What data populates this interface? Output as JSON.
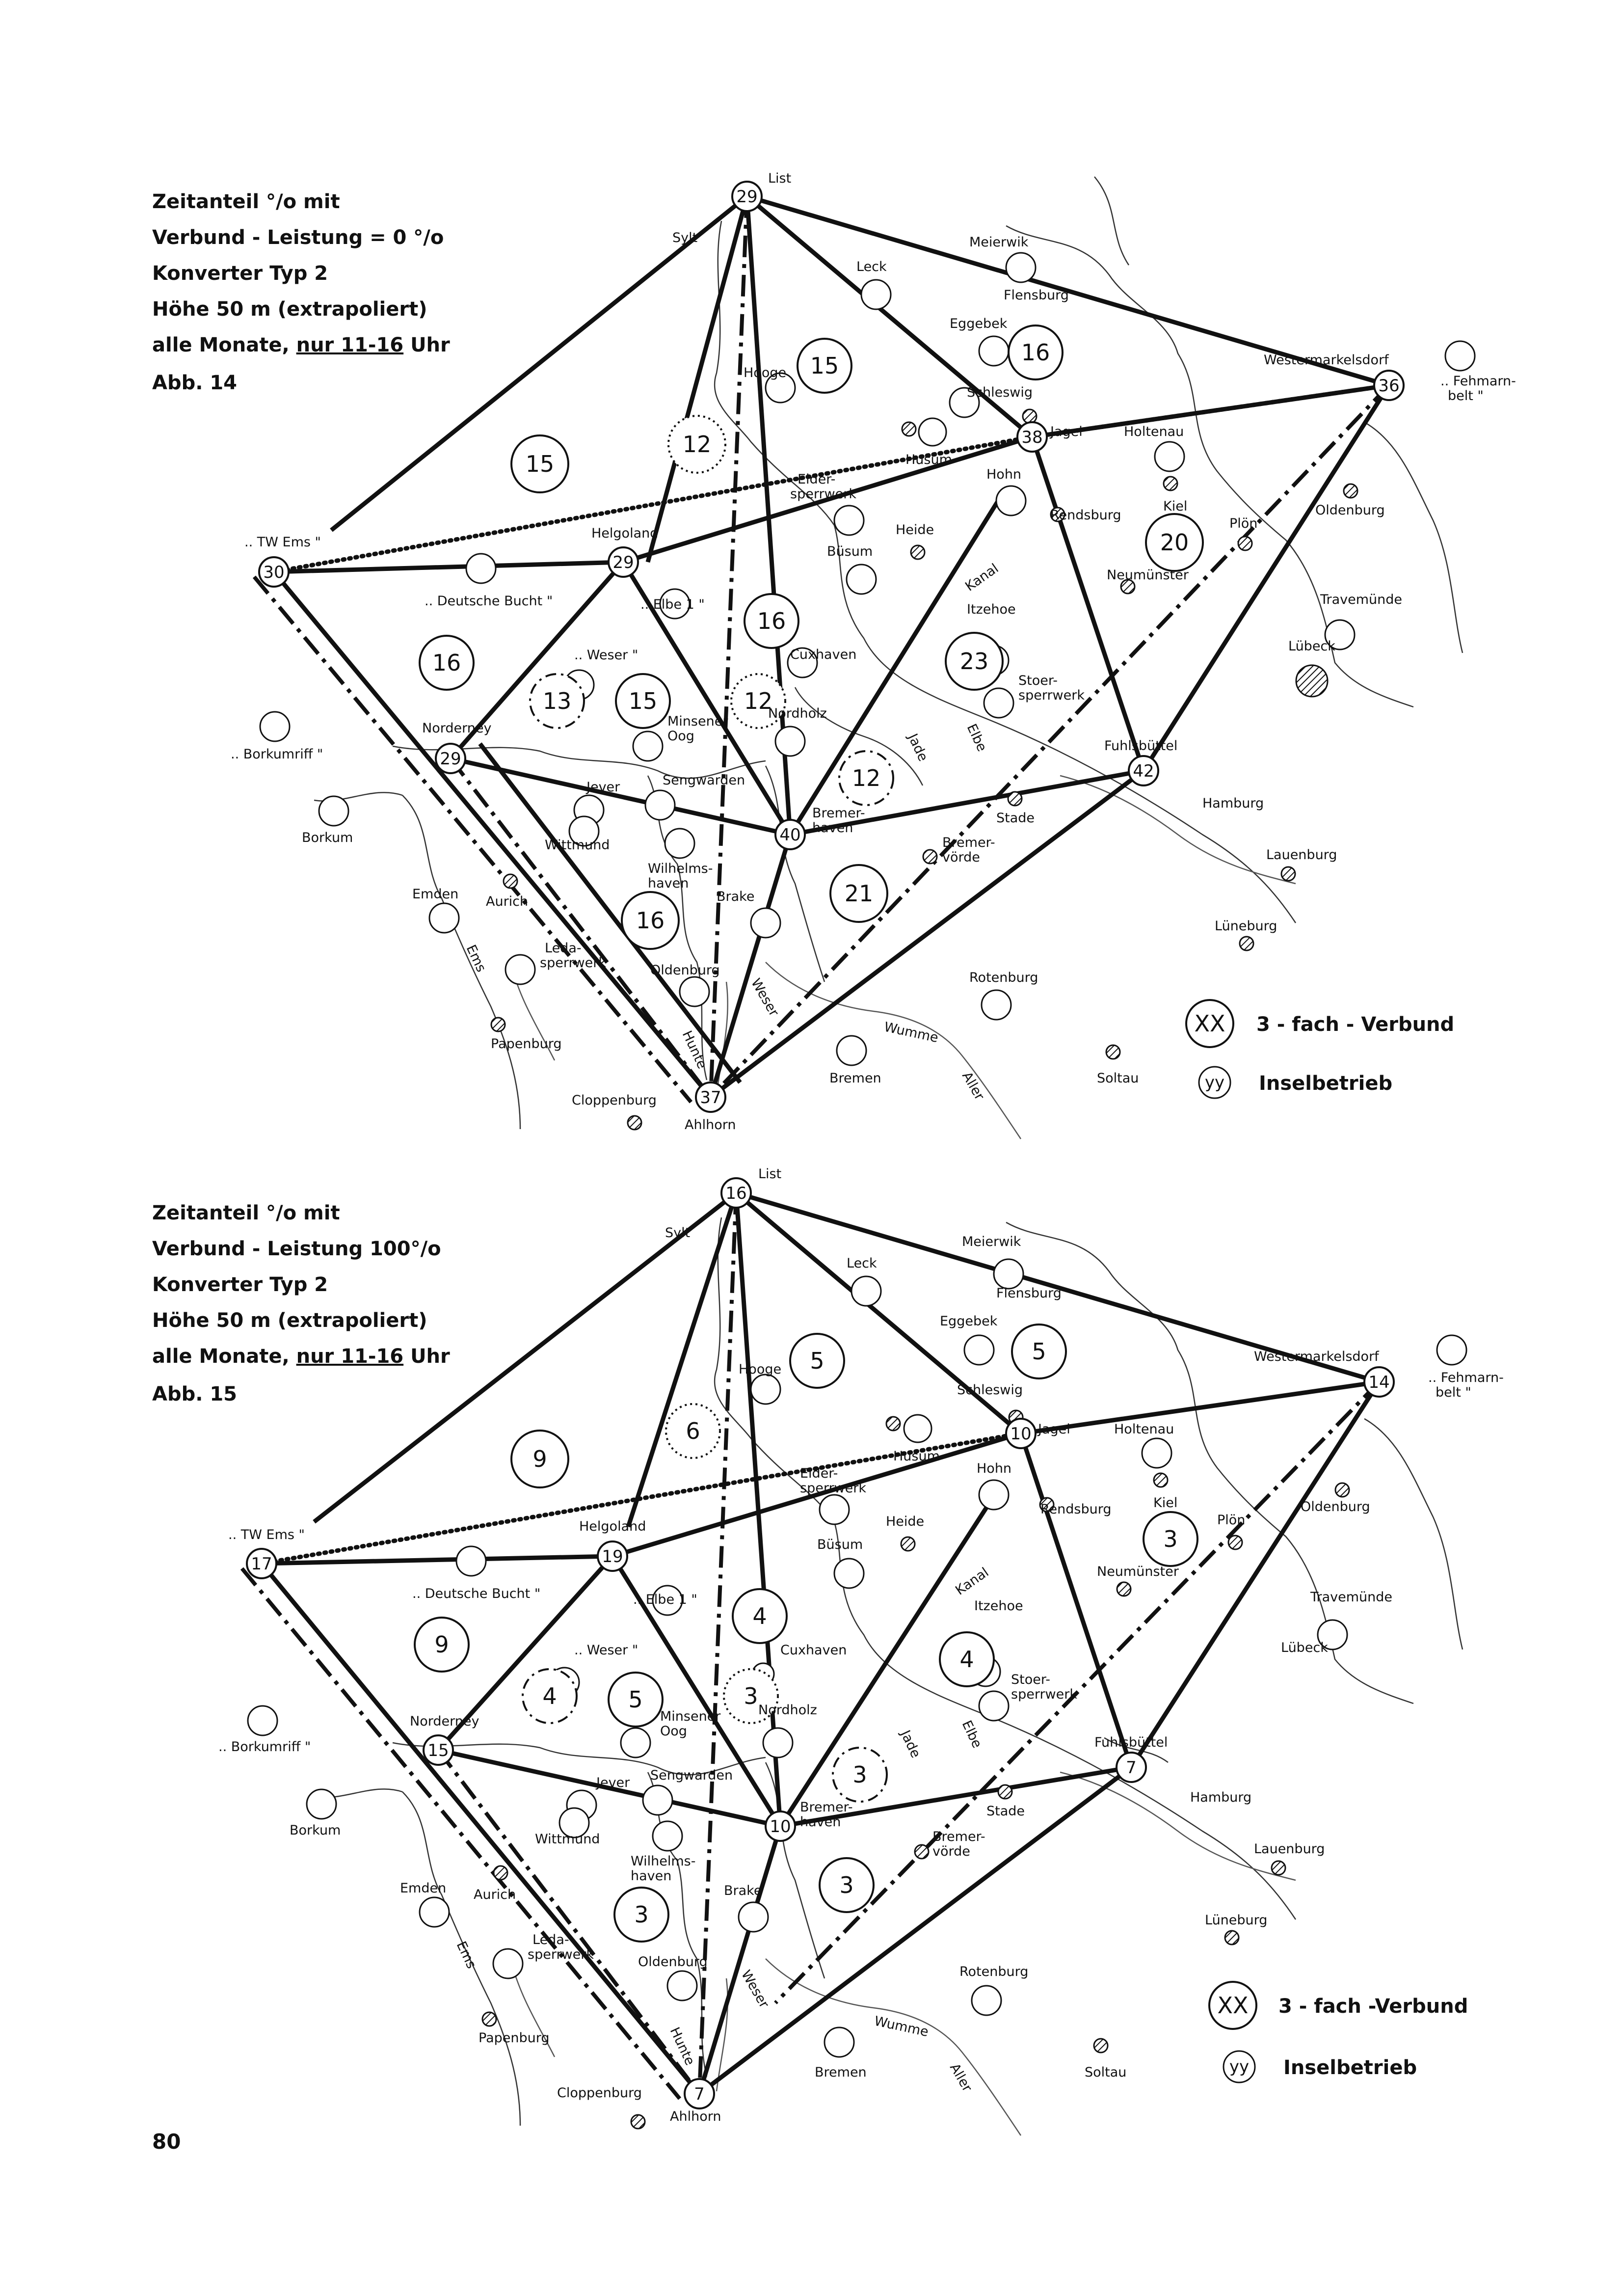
{
  "page_number": "80",
  "maps": [
    {
      "caption": {
        "line1": "Zeitanteil °/o mit",
        "line2": "Verbund - Leistung = 0 °/o",
        "line3": "Konverter  Typ 2",
        "line4": "Höhe  50 m (extrapoliert)",
        "line5_prefix": "alle Monate, ",
        "line5_underlined": "nur 11-16",
        "line5_suffix": " Uhr",
        "figure": "Abb. 14"
      },
      "hub_values": {
        "list": "29",
        "westermarkelsdorf": "36",
        "jagel": "38",
        "tw_ems": "30",
        "helgoland": "29",
        "norderney": "29",
        "bremerhaven": "40",
        "fuhlsbuettel": "42",
        "ahlhorn": "37"
      },
      "region_values": {
        "sylt_west": "15",
        "hooge": "15",
        "hooge_dotted": "12",
        "eggebek": "16",
        "kiel": "20",
        "deutsche_bucht": "16",
        "weser_dashed": "13",
        "minsener": "15",
        "elbe1": "16",
        "cuxhaven_dotted": "12",
        "itzehoe": "23",
        "bremerhaven_dashed": "12",
        "wilhelmshaven": "16",
        "brake": "21"
      },
      "legend": {
        "xx_symbol": "XX",
        "xx_label": "3 - fach - Verbund",
        "yy_symbol": "yy",
        "yy_label": "Inselbetrieb"
      }
    },
    {
      "caption": {
        "line1": "Zeitanteil °/o mit",
        "line2": "Verbund - Leistung 100°/o",
        "line3": "Konverter  Typ 2",
        "line4": "Höhe  50 m (extrapoliert)",
        "line5_prefix": "alle Monate, ",
        "line5_underlined": "nur 11-16",
        "line5_suffix": " Uhr",
        "figure": "Abb. 15"
      },
      "hub_values": {
        "list": "16",
        "westermarkelsdorf": "14",
        "jagel": "10",
        "tw_ems": "17",
        "helgoland": "19",
        "norderney": "15",
        "bremerhaven": "10",
        "fuhlsbuettel": "7",
        "ahlhorn": "7"
      },
      "region_values": {
        "sylt_west": "9",
        "hooge": "5",
        "hooge_dotted": "6",
        "eggebek": "5",
        "kiel": "3",
        "deutsche_bucht": "9",
        "weser_dashed": "4",
        "minsener": "5",
        "elbe1": "4",
        "cuxhaven_dotted": "3",
        "itzehoe": "4",
        "bremerhaven_dashed": "3",
        "wilhelmshaven": "3",
        "brake": "3"
      },
      "legend": {
        "xx_symbol": "XX",
        "xx_label": "3 - fach -Verbund",
        "yy_symbol": "yy",
        "yy_label": "Inselbetrieb"
      }
    }
  ],
  "place_names": {
    "list": "List",
    "sylt": "Sylt",
    "leck": "Leck",
    "meierwik": "Meierwik",
    "flensburg": "Flensburg",
    "eggebek": "Eggebek",
    "westermarkelsdorf": "Westermarkelsdorf",
    "fehmarnbelt": ".. Fehmarn-\nbelt \"",
    "hooge": "Hooge",
    "schleswig": "Schleswig",
    "jagel": "Jagel",
    "holtenau": "Holtenau",
    "husum": "Husum",
    "eidersperrwerk": "Eider-\nsperrwerk",
    "hohn": "Hohn",
    "kiel": "Kiel",
    "oldenburg_h": "Oldenburg",
    "tw_ems": ".. TW Ems \"",
    "helgoland": "Helgoland",
    "heide": "Heide",
    "rendsburg": "Rendsburg",
    "buesum": "Büsum",
    "ploen": "Plön",
    "neumuenster": "Neumünster",
    "kanal": "Kanal",
    "deutsche_bucht": ".. Deutsche Bucht \"",
    "elbe1": ".. Elbe 1 \"",
    "travemuende": "Travemünde",
    "luebeck": "Lübeck",
    "itzehoe": "Itzehoe",
    "weser_station": ".. Weser \"",
    "cuxhaven": "Cuxhaven",
    "stoersperrwerk": "Stoer-\nsperrwerk",
    "minsener_oog": "Minsener\nOog",
    "nordholz": "Nordholz",
    "norderney": "Norderney",
    "borkumriff": ".. Borkumriff \"",
    "jade": "Jade",
    "elbe": "Elbe",
    "fuhlsbuettel": "Fuhlsbüttel",
    "sengwarden": "Sengwarden",
    "jever": "Jever",
    "bremerhaven": "Bremer-\nhaven",
    "stade": "Stade",
    "hamburg": "Hamburg",
    "borkum": "Borkum",
    "wittmund": "Wittmund",
    "wilhelmshaven": "Wilhelms-\nhaven",
    "bremervoerde": "Bremer-\nvörde",
    "lauenburg": "Lauenburg",
    "emden": "Emden",
    "aurich": "Aurich",
    "brake": "Brake",
    "lueneburg": "Lüneburg",
    "ems": "Ems",
    "ledasperrwerk": "Leda-\nsperrwerk",
    "oldenburg_o": "Oldenburg",
    "rotenburg": "Rotenburg",
    "weser": "Weser",
    "wumme": "Wumme",
    "papenburg": "Papenburg",
    "hunte": "Hunte",
    "bremen": "Bremen",
    "aller": "Aller",
    "soltau": "Soltau",
    "cloppenburg": "Cloppenburg",
    "ahlhorn": "Ahlhorn"
  }
}
